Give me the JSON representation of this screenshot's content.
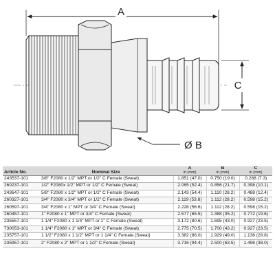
{
  "drawing": {
    "dim_a": "A",
    "dim_b": "Ø B",
    "dim_c": "C"
  },
  "table": {
    "headers": {
      "article": "Article No.",
      "nominal": "Nominal Size",
      "a": "A",
      "b": "B",
      "c": "C",
      "unit": "in (mm)"
    },
    "rows": [
      {
        "article": "243537-101",
        "size": "3/8\" F2080 x 1/2\" MPT or 1/2\" C Female (Sweat)",
        "a": "1.851 (47.0)",
        "b": "0.750 (19.0)",
        "c": "0.288 (7.3)"
      },
      {
        "article": "260237-101",
        "size": "1/2\" F2080x 1/2\" MPT or 1/2\" C Female (Sweat)",
        "a": "2.065 (52.4)",
        "b": "0.856 (21.7)",
        "c": "0.398 (10.1)"
      },
      {
        "article": "243647-101",
        "size": "5/8\" F2080 x 1/2\" MPT or 1/2\" C Female (Sweat)",
        "a": "2.143 (54.4)",
        "b": "1.110 (28.2)",
        "c": "0.488 (12.4)"
      },
      {
        "article": "260327-101",
        "size": "3/4\" F2080 x 3/4\" MPT or 1/2\" C Female (Sweat)",
        "a": "2.119 (53.8)",
        "b": "1.112 (28.2)",
        "c": "0.598 (15.2)"
      },
      {
        "article": "260597-101",
        "size": "3/4\" F2080 x 1\" MPT or 3/4\" C Female (Sweat)",
        "a": "2.228 (56.6)",
        "b": "1.112 (28.2)",
        "c": "0.598 (15.2)"
      },
      {
        "article": "260457-101",
        "size": "1\" F2080 x 1\" MPT or 3/4\" C Female (Sweat)",
        "a": "2.577 (65.5)",
        "b": "1.388 (35.2)",
        "c": "0.772 (19.6)"
      },
      {
        "article": "235557-101",
        "size": "1 1/4\" F2080 x 1 1/4\" MPT or 1\" C Female (Sweat)",
        "a": "3.172 (80.6)",
        "b": "1.695 (43.0)",
        "c": "0.927 (23.5)"
      },
      {
        "article": "730053-101",
        "size": "1 1/4\" F2080 x 1\" MPT or 3/4\" C Female (Sweat)",
        "a": "2.775 (70.5)",
        "b": "1.700 (43.2)",
        "c": "0.927 (23.5)"
      },
      {
        "article": "235757-101",
        "size": "1 1/2\" F2080 x 1 1/2\" MPT or 1 1/4\" C Female (Sweat)",
        "a": "3.382 (86.0)",
        "b": "1.929 (49.0)",
        "c": "1.136 (28.8)"
      },
      {
        "article": "235957-101",
        "size": "2\" F2080 x 2\" MPT or 1 1/2\" C Female (Sweat)",
        "a": "3.716 (94.4)",
        "b": "2.500 (63.5)",
        "c": "1.496 (38.0)"
      }
    ]
  }
}
